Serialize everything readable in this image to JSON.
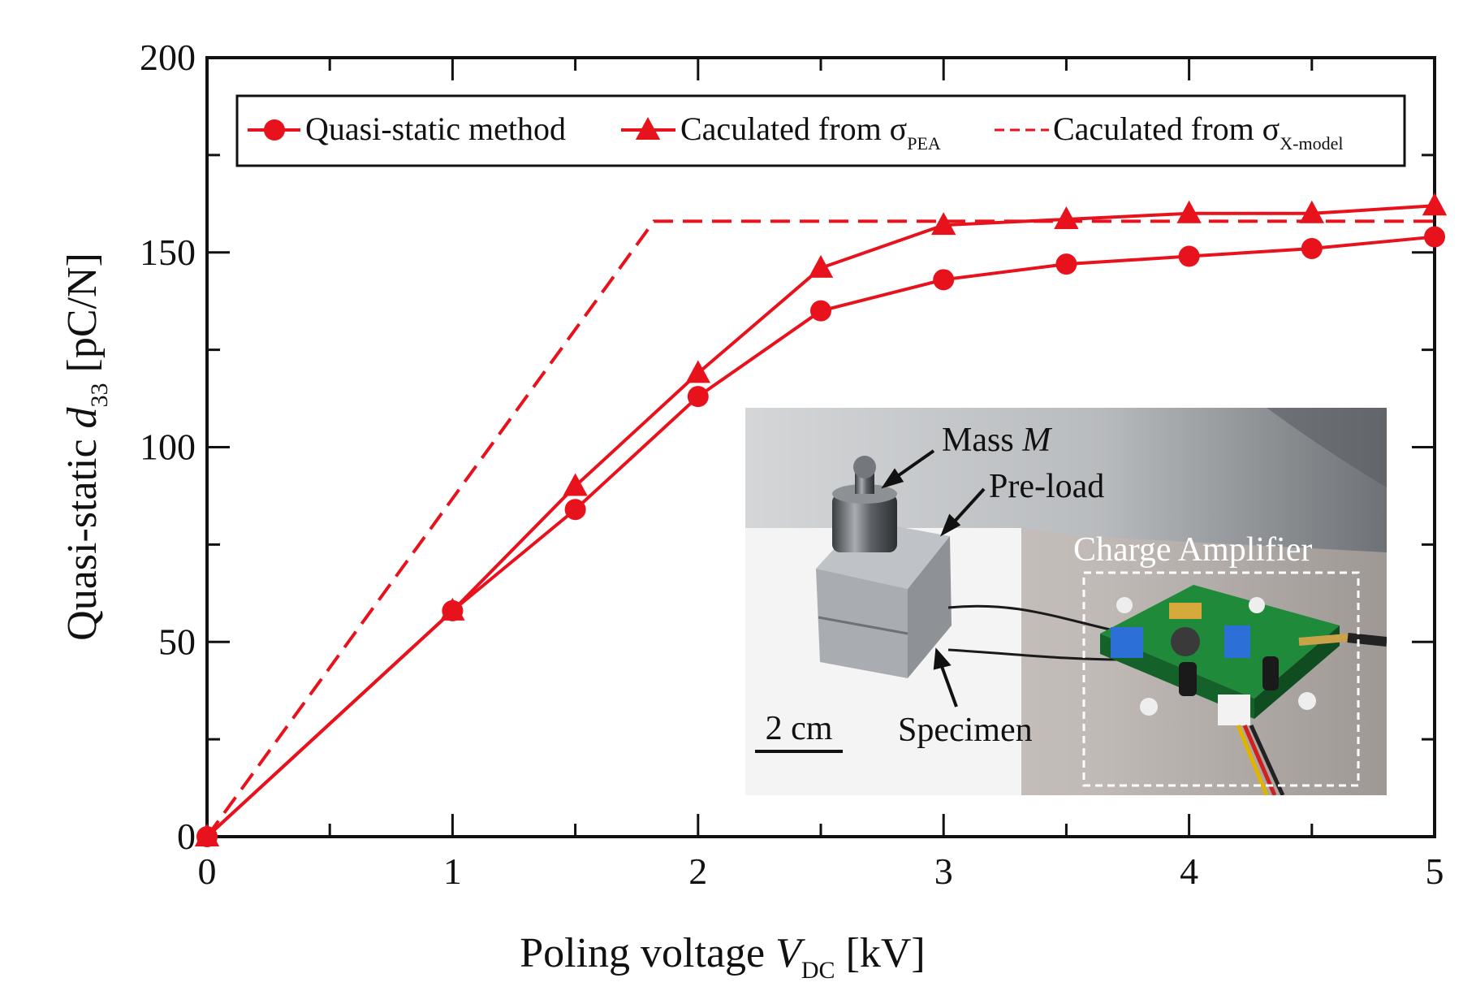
{
  "chart_data": {
    "type": "line",
    "xlabel": {
      "main": "Poling voltage ",
      "var": "V",
      "sub": "DC",
      "unit": " [kV]"
    },
    "ylabel": {
      "main": "Quasi-static ",
      "var": "d",
      "sub": "33",
      "unit": " [pC/N]"
    },
    "xlim": [
      0,
      5
    ],
    "ylim": [
      0,
      200
    ],
    "xticks": [
      0,
      1,
      2,
      3,
      4,
      5
    ],
    "yticks": [
      0,
      50,
      100,
      150,
      200
    ],
    "grid": false,
    "legend_position": "top",
    "colors": {
      "series": "#e8121c"
    },
    "series": [
      {
        "name": "Quasi-static method",
        "marker": "circle",
        "line": "solid",
        "x": [
          0,
          1,
          1.5,
          2,
          2.5,
          3,
          3.5,
          4,
          4.5,
          5
        ],
        "y": [
          0,
          58,
          84,
          113,
          135,
          143,
          147,
          149,
          151,
          154
        ]
      },
      {
        "name": "Caculated from σ",
        "name_sub": "PEA",
        "marker": "triangle",
        "line": "solid",
        "x": [
          0,
          1,
          1.5,
          2,
          2.5,
          3,
          3.5,
          4,
          4.5,
          5
        ],
        "y": [
          0,
          58,
          90,
          119,
          146,
          157,
          158.5,
          160,
          160,
          162
        ]
      },
      {
        "name": "Caculated from σ",
        "name_sub": "X-model",
        "marker": "none",
        "line": "dashed",
        "x": [
          0,
          1.82,
          5
        ],
        "y": [
          0,
          158,
          158
        ]
      }
    ],
    "inset": {
      "labels": {
        "mass_prefix": "Mass ",
        "mass_var": "M",
        "preload": "Pre-load",
        "charge_amplifier": "Charge Amplifier",
        "specimen": "Specimen",
        "scale_bar": "2 cm"
      }
    }
  }
}
